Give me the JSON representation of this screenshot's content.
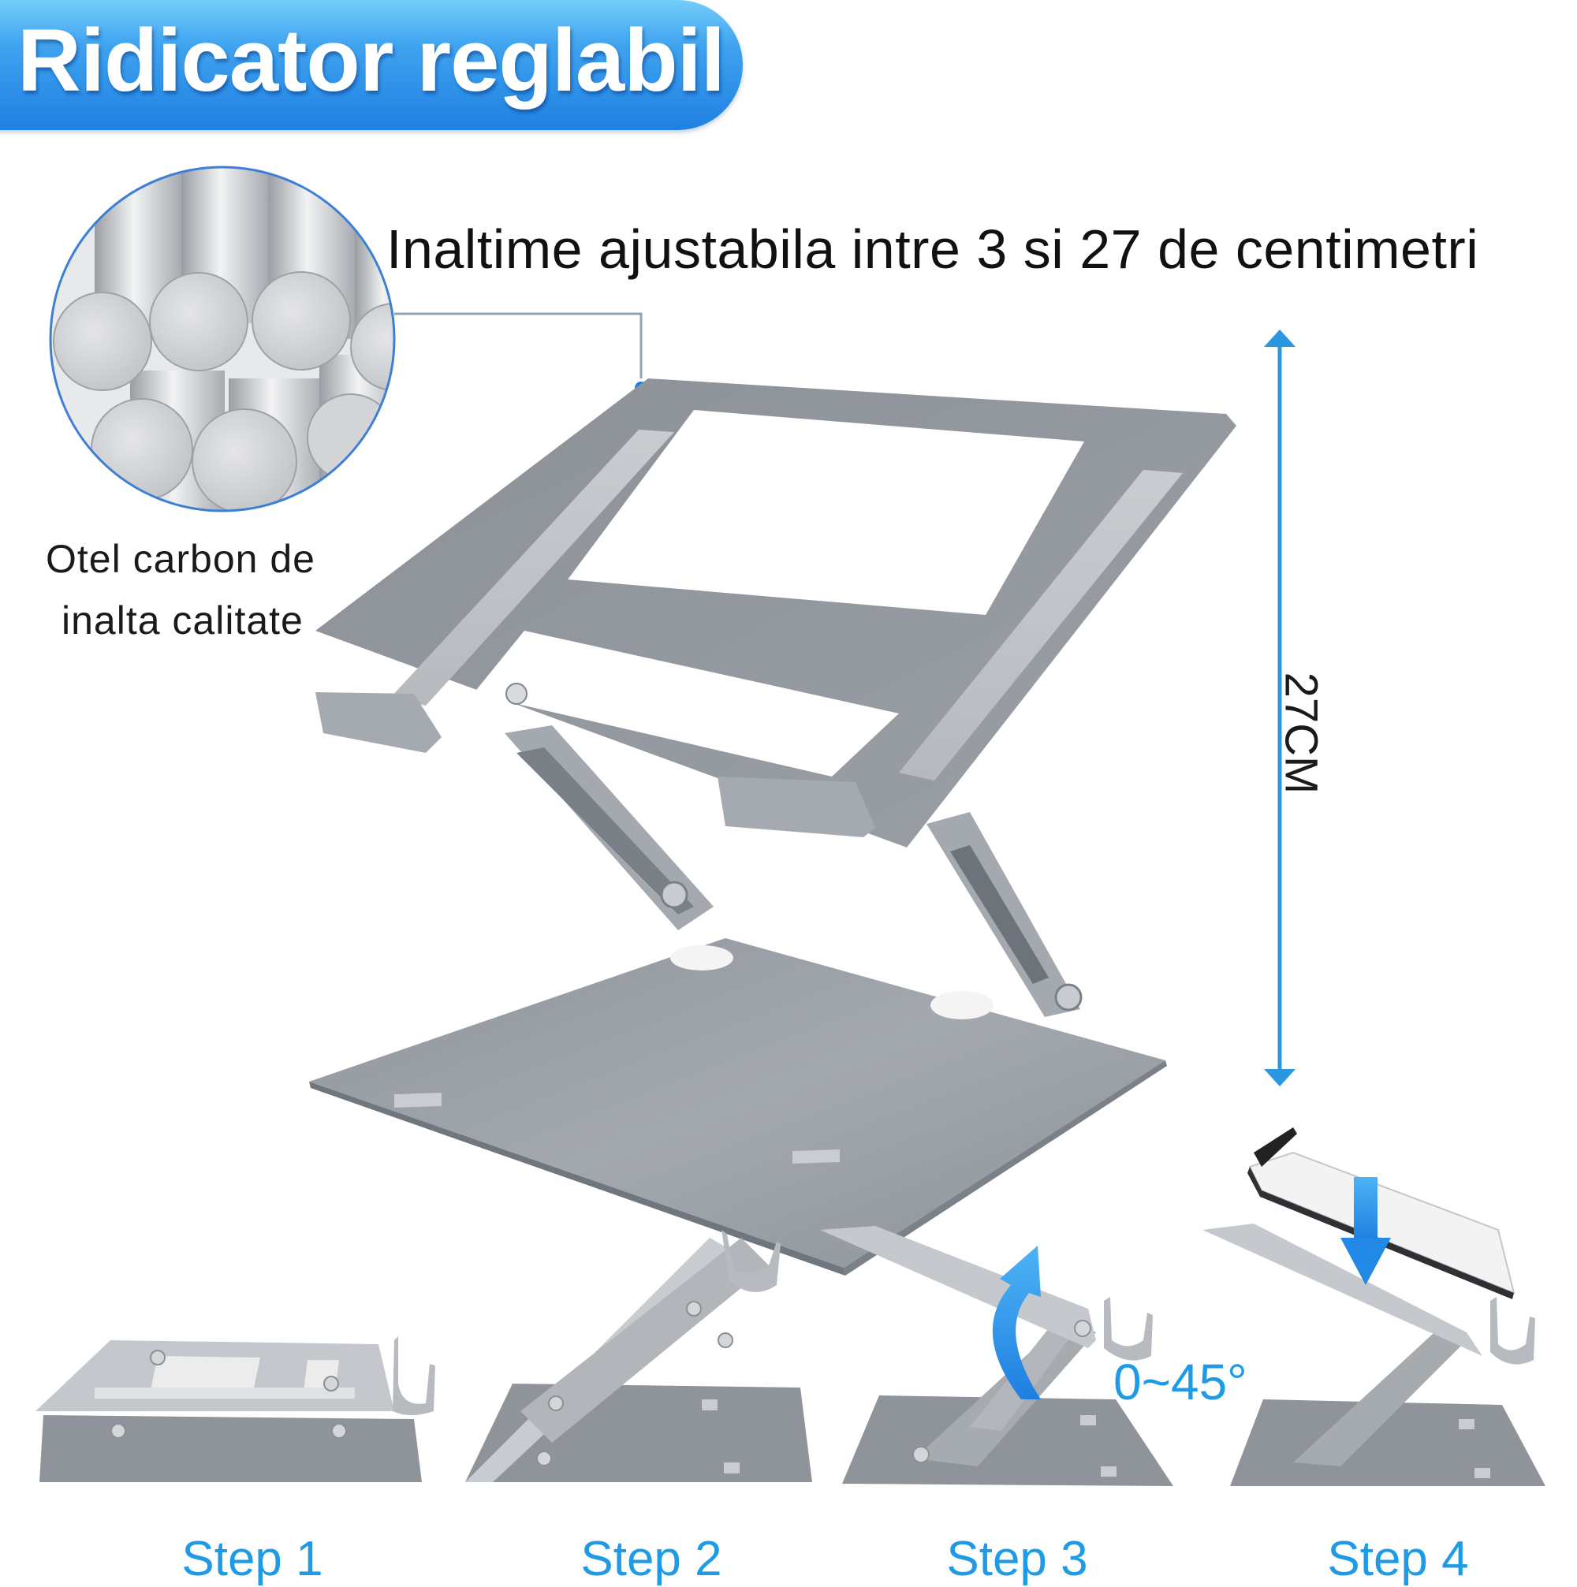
{
  "header": {
    "title": "Ridicator reglabil",
    "colors": {
      "pill_top": "#74cdfa",
      "pill_bottom": "#1f80e2",
      "text": "#ffffff"
    }
  },
  "features": {
    "height_range": "Inaltime ajustabila intre 3 si 27 de centimetri",
    "material_line1": "Otel carbon de",
    "material_line2": "inalta calitate",
    "material_icon": "steel-rods-icon"
  },
  "dimension": {
    "height_label": "27CM",
    "arrow_color": "#2a97e0"
  },
  "angle": {
    "label": "0~45°"
  },
  "steps": [
    {
      "label": "Step 1"
    },
    {
      "label": "Step 2"
    },
    {
      "label": "Step 3"
    },
    {
      "label": "Step 4"
    }
  ],
  "accent_color": "#1f9be6"
}
